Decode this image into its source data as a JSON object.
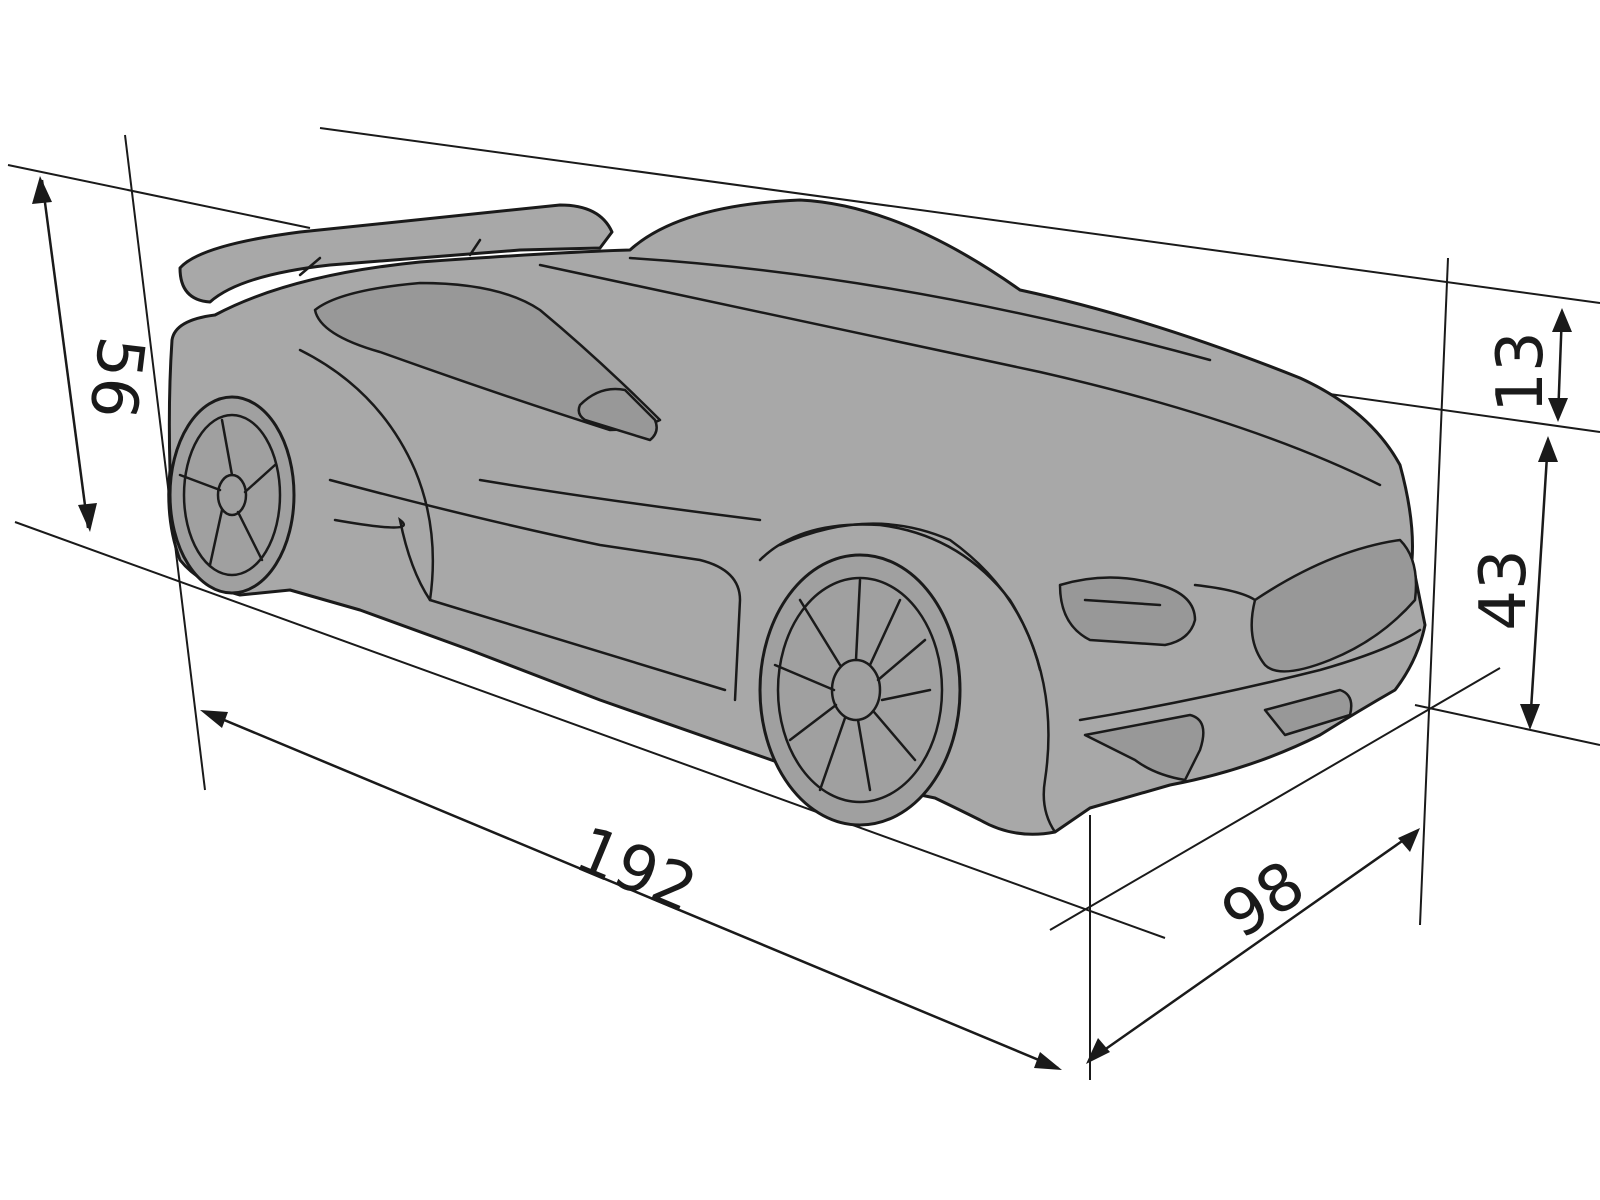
{
  "diagram": {
    "dimensions": {
      "length": "192",
      "width": "98",
      "total_height": "56",
      "body_height": "43",
      "roof_height": "13"
    },
    "colors": {
      "car_fill": "#a8a8a8",
      "car_dark": "#989898",
      "line": "#1a1a1a",
      "background": "#ffffff"
    }
  }
}
